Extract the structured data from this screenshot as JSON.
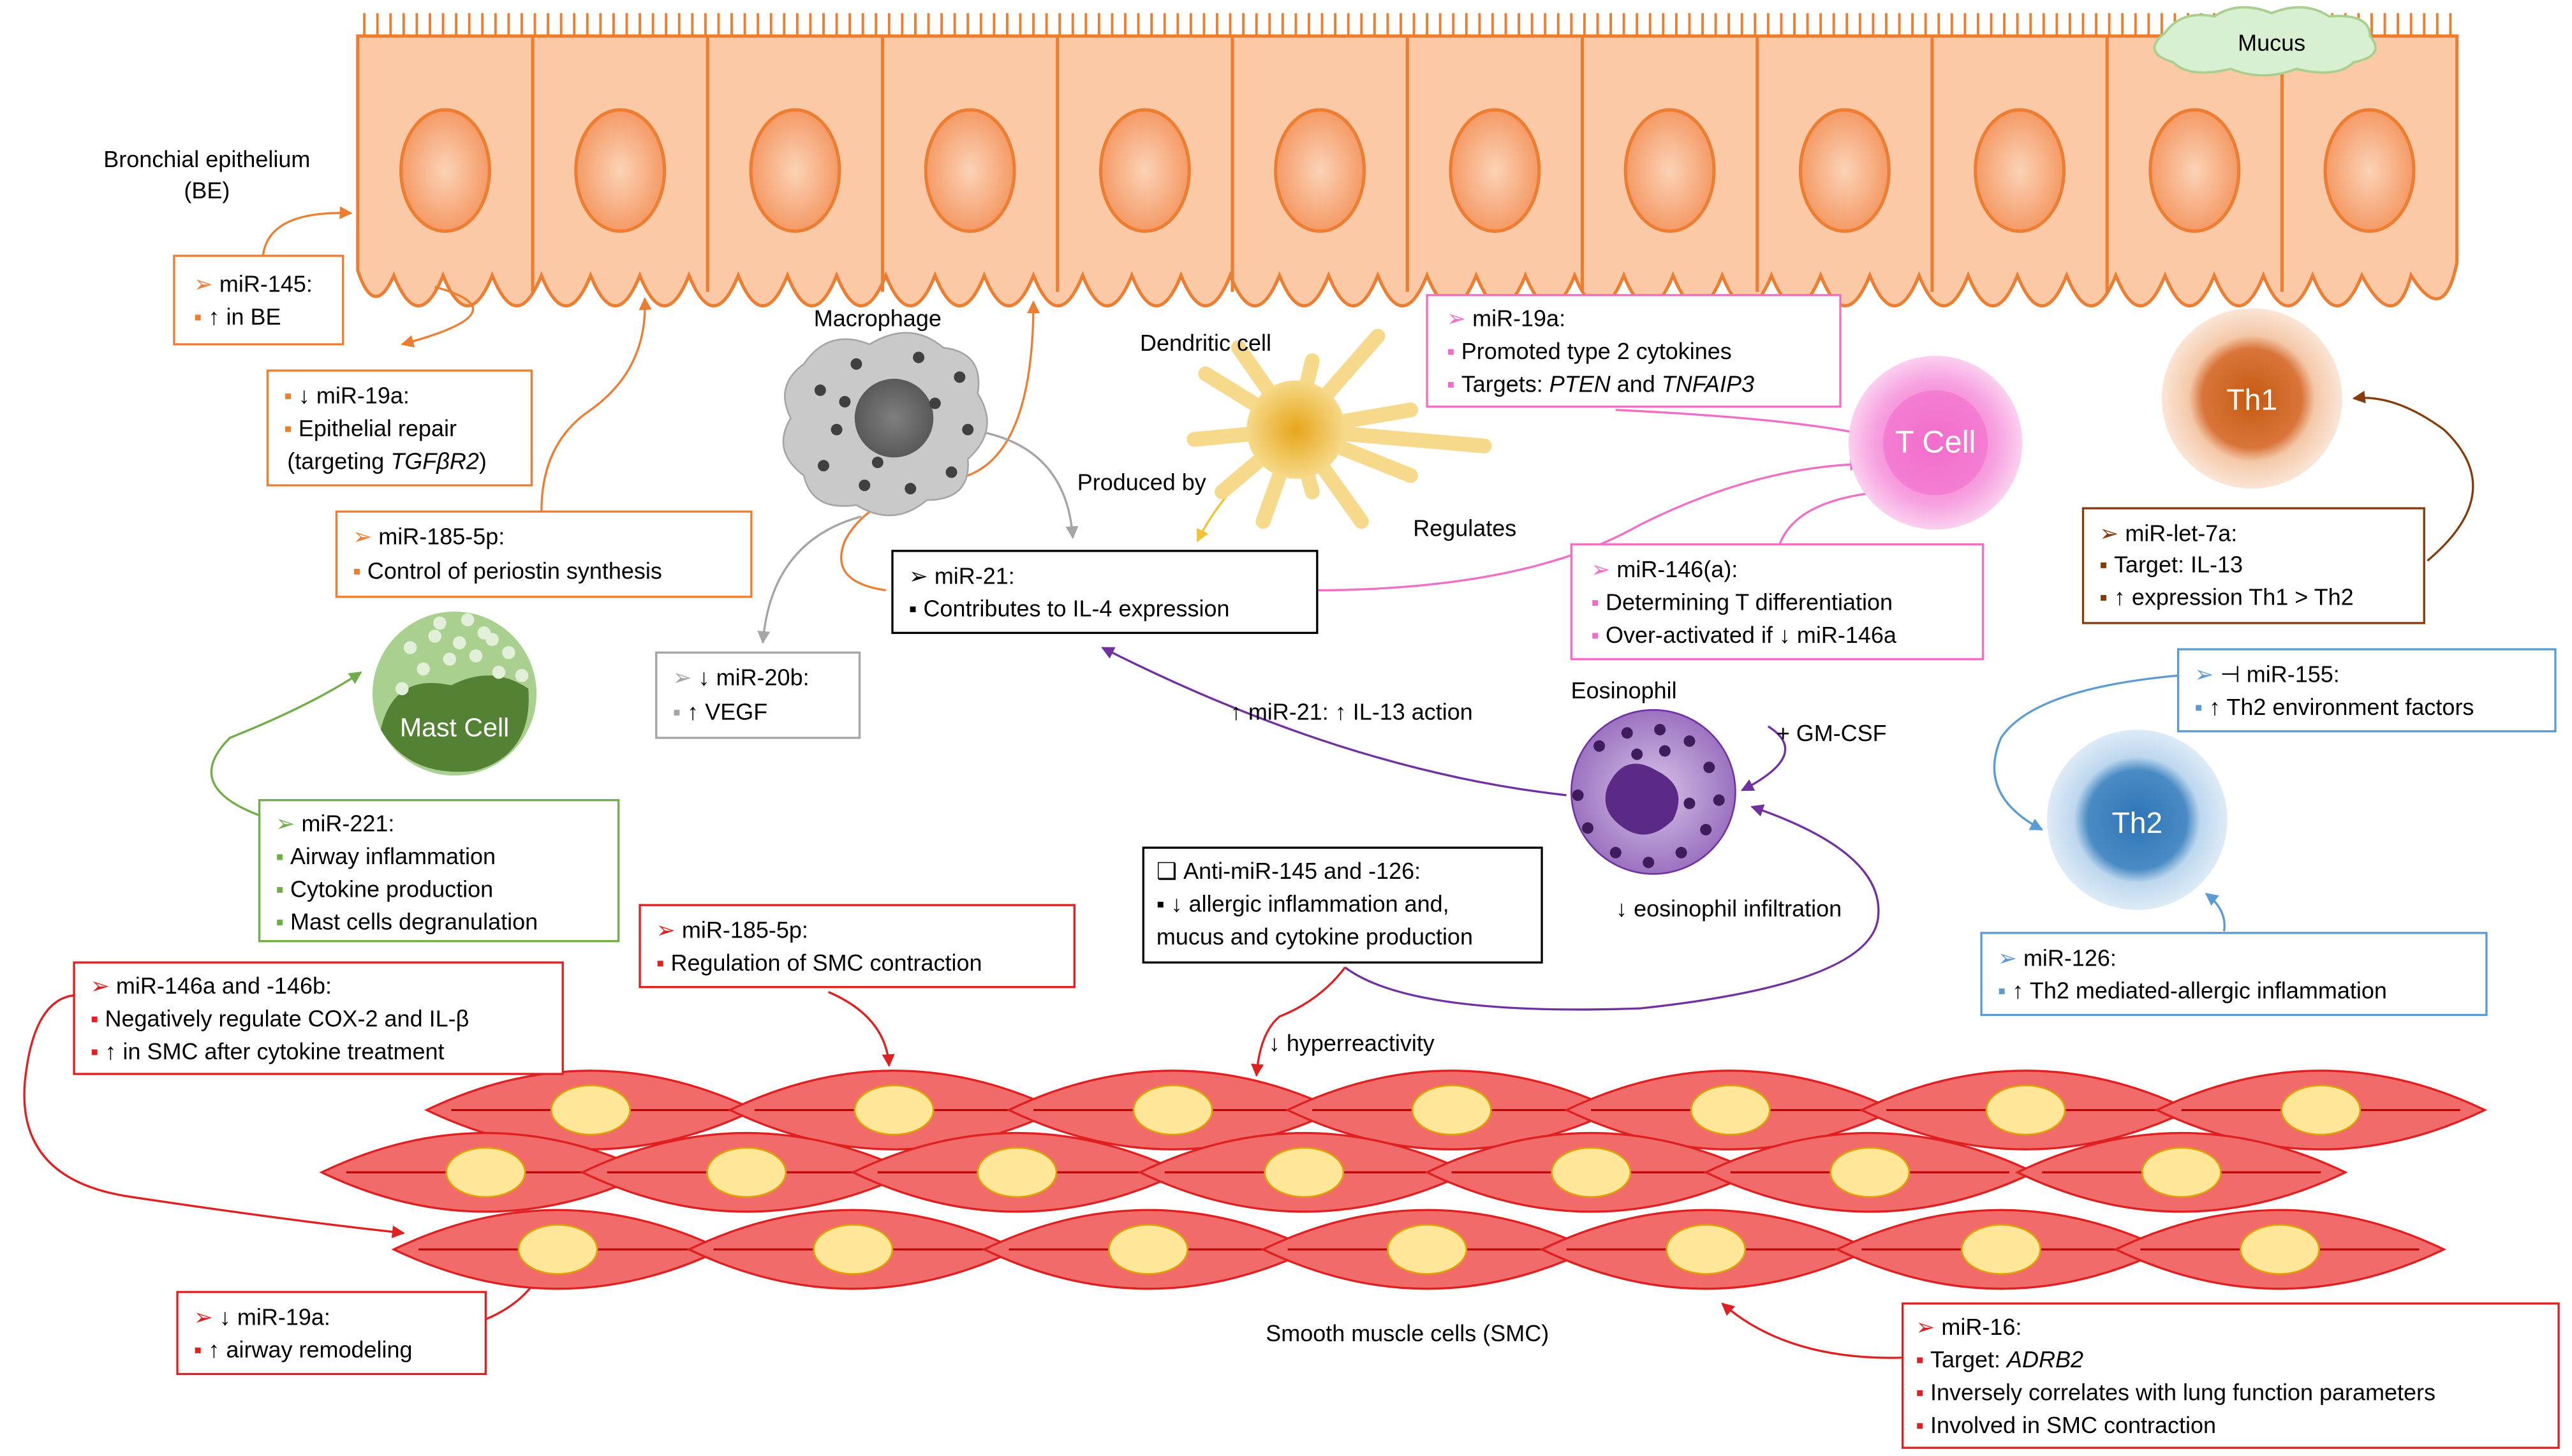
{
  "colors": {
    "epithelium_fill": "#fbc9a6",
    "epithelium_stroke": "#ed7d31",
    "epithelium_box": "#ed7d31",
    "macrophage_gray": "#a5a5a5",
    "dendritic_yellow": "#f1c232",
    "tcell_pink": "#f06ec8",
    "th1_brown": "#843c0c",
    "th2_blue": "#5b9bd5",
    "mast_green": "#70ad47",
    "smc_red": "#e02020",
    "smc_fill": "#f26b6b",
    "eosinophil_purple": "#7030a0",
    "black": "#000000"
  },
  "labels": {
    "bronchial_epithelium": [
      "Bronchial epithelium",
      "(BE)"
    ],
    "mucus": "Mucus",
    "macrophage": "Macrophage",
    "dendritic_cell": "Dendritic cell",
    "produced_by": "Produced by",
    "regulates": "Regulates",
    "t_cell": "T Cell",
    "th1": "Th1",
    "th2": "Th2",
    "mast_cell": "Mast Cell",
    "eosinophil": "Eosinophil",
    "gm_csf": "+ GM-CSF",
    "mir21_il13": "↑ miR-21: ↑ IL-13 action",
    "eosinophil_infiltration": "↓ eosinophil infiltration",
    "hyperreactivity": "↓ hyperreactivity",
    "smc": "Smooth muscle cells (SMC)"
  },
  "boxes": {
    "mir145": {
      "title": "miR-145:",
      "items": [
        "↑ in BE"
      ]
    },
    "mir19a_be": {
      "title": "↓ miR-19a:",
      "items": [
        "Epithelial repair",
        "(targeting "
      ],
      "italic": "TGFβR2",
      "tail": ")"
    },
    "mir185_be": {
      "title": "miR-185-5p:",
      "items": [
        "Control of periostin synthesis"
      ]
    },
    "mir21": {
      "title": "miR-21:",
      "items": [
        "Contributes to IL-4 expression"
      ]
    },
    "mir20b": {
      "title": "↓ miR-20b:",
      "items": [
        "↑ VEGF"
      ]
    },
    "mir19a_t": {
      "title": "miR-19a:",
      "items": [
        "Promoted type 2 cytokines",
        "Targets: "
      ],
      "it1": "PTEN",
      "and": " and ",
      "it2": "TNFAIP3"
    },
    "mir146a_t": {
      "title": "miR-146(a):",
      "items": [
        "Determining T differentiation",
        "Over-activated  if ↓ miR-146a"
      ]
    },
    "mirlet7a": {
      "title": "miR-let-7a:",
      "items": [
        "Target:  IL-13",
        "↑ expression Th1 > Th2"
      ]
    },
    "mir155": {
      "title": "⊣  miR-155:",
      "items": [
        "↑ Th2  environment factors"
      ]
    },
    "mir126": {
      "title": "miR-126:",
      "items": [
        "↑ Th2  mediated-allergic  inflammation"
      ]
    },
    "mir221": {
      "title": "miR-221:",
      "items": [
        "Airway inflammation",
        "Cytokine production",
        "Mast cells degranulation"
      ]
    },
    "anti_mir": {
      "title": "Anti-miR-145 and -126:",
      "items": [
        "↓ allergic inflammation and,",
        "mucus and cytokine production"
      ]
    },
    "mir185_smc": {
      "title": "miR-185-5p:",
      "items": [
        "Regulation of SMC contraction"
      ]
    },
    "mir146ab": {
      "title": "miR-146a and -146b:",
      "items": [
        "Negatively  regulate COX-2  and IL-β",
        "↑ in SMC after cytokine treatment"
      ]
    },
    "mir19a_smc": {
      "title": "↓ miR-19a:",
      "items": [
        "↑ airway remodeling"
      ]
    },
    "mir16": {
      "title": "miR-16:",
      "items": [
        "Target: ",
        "Inversely  correlates with lung function parameters",
        "Involved   in SMC contraction"
      ],
      "italic": "ADRB2"
    }
  }
}
